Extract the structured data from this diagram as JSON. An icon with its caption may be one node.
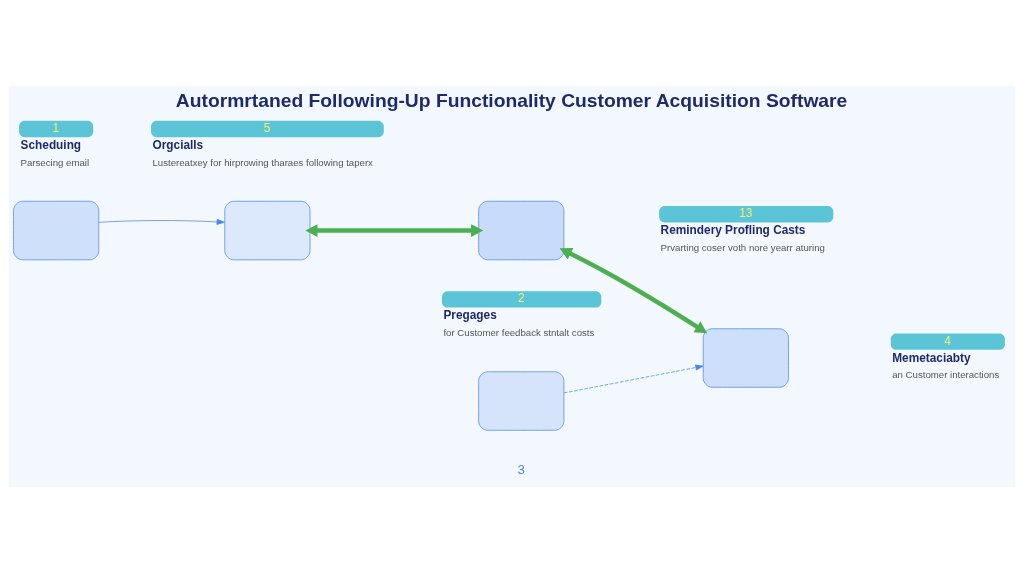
{
  "diagram": {
    "title": "Autormrtaned Following-Up Functionality Customer Acquisition Software",
    "nodes": [
      {
        "text": [
          "1",
          "Scheduing",
          "Parsecing email"
        ]
      },
      {
        "text": [],
        "shape": "box"
      },
      {
        "text": [],
        "shape": "box"
      },
      {
        "text": [
          "5",
          "Orgcialls",
          "Lustereatxey for hirprowing tharaes following taperx"
        ]
      },
      {
        "text": [],
        "shape": "box"
      },
      {
        "text": [
          "13",
          "Remindery Profling Casts",
          "Prvarting coser voth nore yearr aturing"
        ]
      },
      {
        "text": [
          "2",
          "Pregages",
          "for Customer feedback stntalt costs"
        ]
      },
      {
        "text": [],
        "shape": "box"
      },
      {
        "text": [],
        "shape": "box"
      },
      {
        "text": [
          "4",
          "Memetaciabty",
          "an Customer interactions"
        ]
      }
    ],
    "edges": [
      {
        "from": 1,
        "to": 2,
        "arrow": "to"
      },
      {
        "from": 2,
        "to": 4,
        "arrow": "both",
        "style": "thick",
        "color": "#4caf50"
      },
      {
        "from": 4,
        "to": 8,
        "arrow": "both",
        "style": "thick",
        "color": "#4caf50"
      },
      {
        "from": 7,
        "to": 8,
        "arrow": "to",
        "style": "dashed"
      }
    ],
    "labels": [
      "3"
    ]
  }
}
